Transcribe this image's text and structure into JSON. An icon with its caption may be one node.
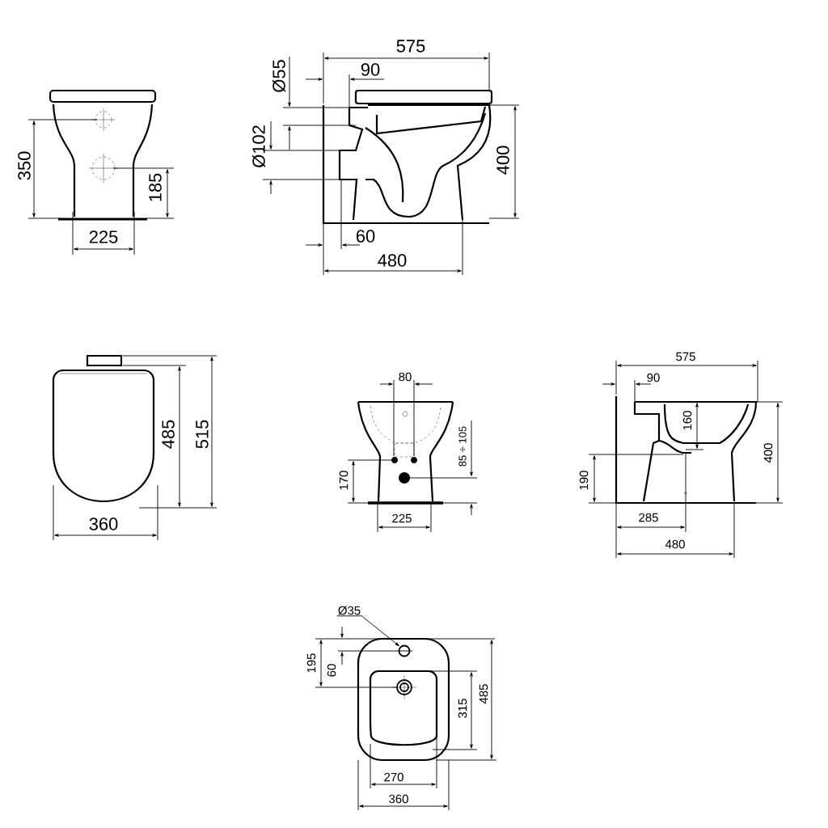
{
  "diagram": {
    "nodes": [
      {
        "text": [
          "Ø35"
        ]
      },
      {
        "text": [],
        "shape": "circle"
      }
    ],
    "edges": [
      {
        "from": 0,
        "to": 1,
        "arrow": "to"
      }
    ],
    "labels": [
      "350",
      "185",
      "225",
      "575",
      "Ø55",
      "90",
      "Ø102",
      "400",
      "60",
      "480",
      "485",
      "515",
      "360",
      "80",
      "85 ÷ 105",
      "170",
      "225",
      "575",
      "90",
      "160",
      "400",
      "190",
      "285",
      "480",
      "195",
      "60",
      "315",
      "485",
      "270",
      "360"
    ]
  }
}
